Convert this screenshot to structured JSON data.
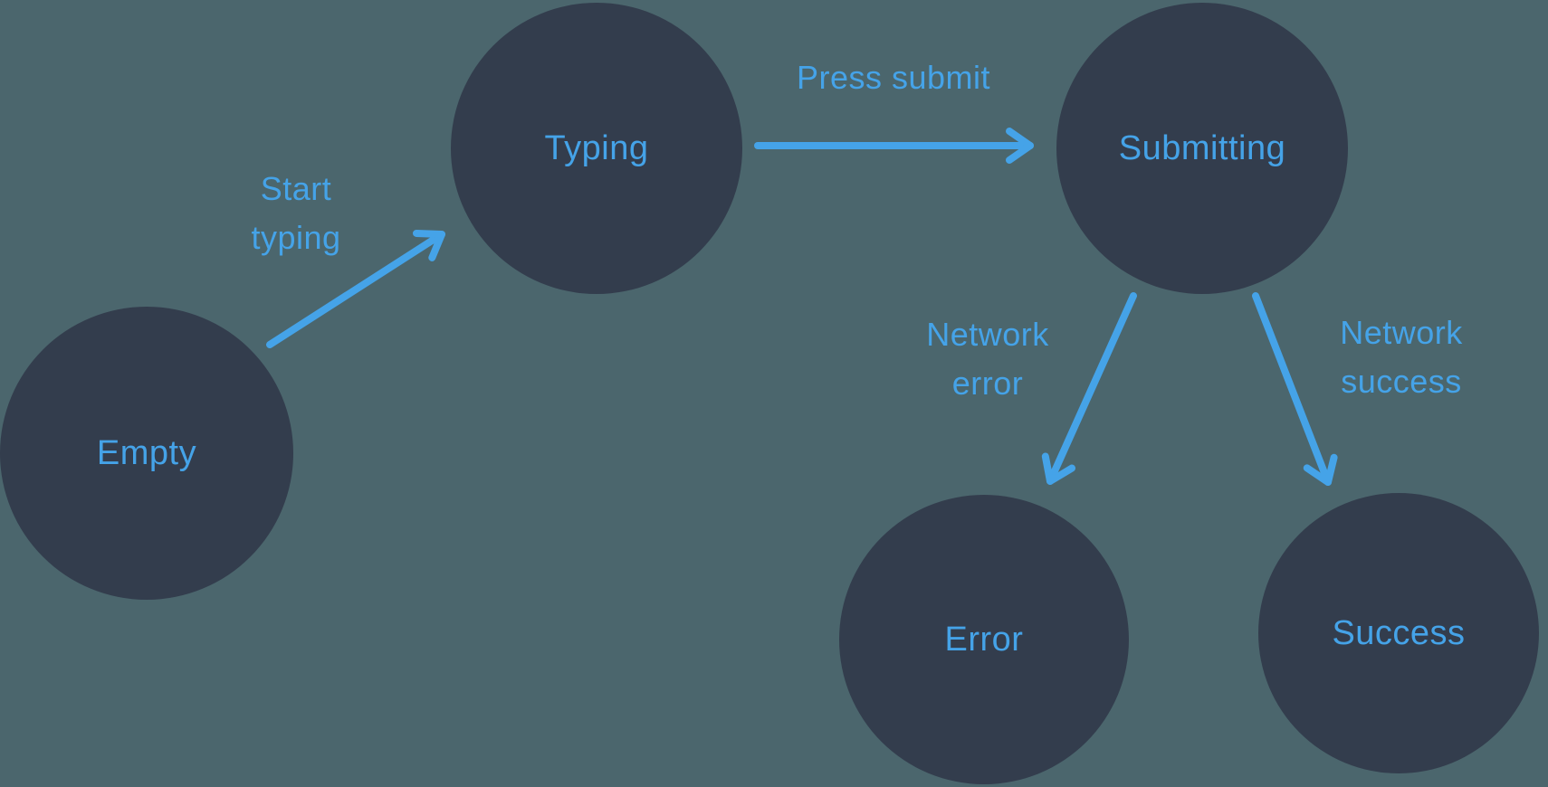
{
  "colors": {
    "background": "#4B666D",
    "node_fill": "#333D4D",
    "accent_blue": "#45A3E8"
  },
  "diagram": {
    "type": "state-machine",
    "nodes": {
      "empty": {
        "label": "Empty"
      },
      "typing": {
        "label": "Typing"
      },
      "submitting": {
        "label": "Submitting"
      },
      "error": {
        "label": "Error"
      },
      "success": {
        "label": "Success"
      }
    },
    "edges": {
      "start_typing": {
        "label": "Start\ntyping",
        "from": "Empty",
        "to": "Typing"
      },
      "press_submit": {
        "label": "Press submit",
        "from": "Typing",
        "to": "Submitting"
      },
      "network_error": {
        "label": "Network\nerror",
        "from": "Submitting",
        "to": "Error"
      },
      "network_success": {
        "label": "Network\nsuccess",
        "from": "Submitting",
        "to": "Success"
      }
    }
  }
}
